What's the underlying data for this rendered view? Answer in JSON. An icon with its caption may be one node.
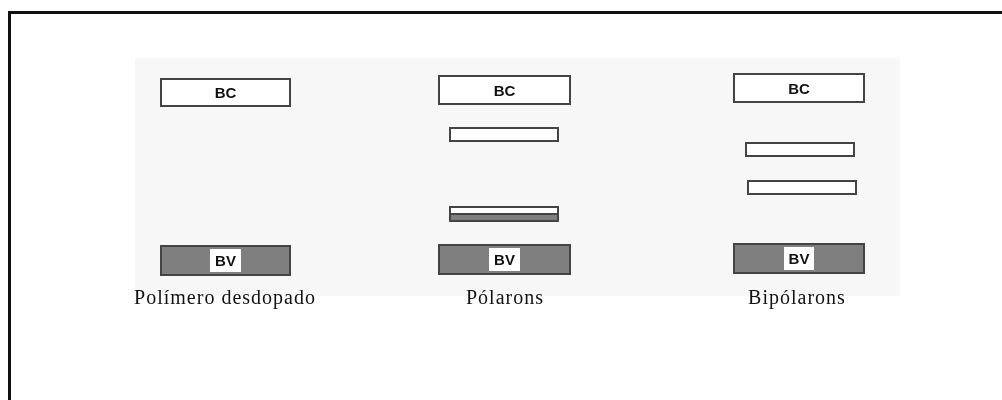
{
  "diagram": {
    "nodes": [
      {
        "text": [
          "BC"
        ]
      },
      {
        "text": [
          "BV"
        ]
      },
      {
        "text": [
          "BC"
        ]
      },
      {
        "text": [],
        "shape": "bar"
      },
      {
        "text": [],
        "shape": "bar"
      },
      {
        "text": [
          "BV"
        ]
      },
      {
        "text": [
          "BC"
        ]
      },
      {
        "text": [],
        "shape": "bar"
      },
      {
        "text": [],
        "shape": "bar"
      },
      {
        "text": [
          "BV"
        ]
      }
    ],
    "edges": [],
    "labels": [
      "Polímero desdopado",
      "Pólarons",
      "Bipólarons"
    ]
  }
}
